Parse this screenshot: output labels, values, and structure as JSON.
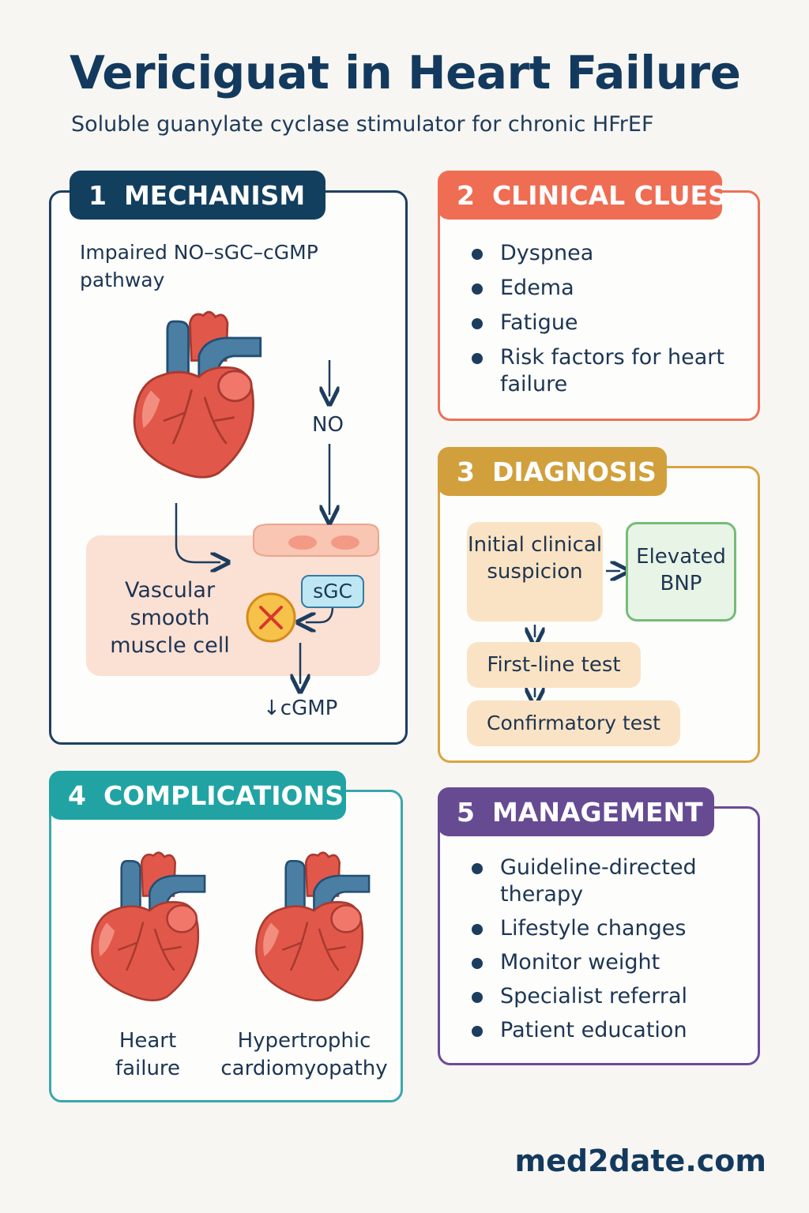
{
  "title": "Vericiguat in Heart Failure",
  "subtitle": "Soluble guanylate cyclase stimulator for chronic HFrEF",
  "colors": {
    "navy": "#123f5e",
    "coral": "#ee6d53",
    "gold": "#d1a03c",
    "teal": "#21a3a4",
    "purple": "#664b93",
    "heart_red": "#e1584a",
    "vessel_blue": "#4a7ea3"
  },
  "mechanism": {
    "number": "1",
    "heading": "MECHANISM",
    "lead": "Impaired NO–sGC–cGMP pathway",
    "cell_label": "Vascular smooth muscle cell",
    "sgc": "sGC",
    "no": "NO",
    "cgmp": "↓cGMP",
    "icons": [
      "heart-icon",
      "blocked-x-icon",
      "arrow-down-icon"
    ]
  },
  "clues": {
    "number": "2",
    "heading": "CLINICAL CLUES",
    "items": [
      "Dyspnea",
      "Edema",
      "Fatigue",
      "Risk factors for heart failure"
    ]
  },
  "diagnosis": {
    "number": "3",
    "heading": "DIAGNOSIS",
    "initial": "Initial clinical suspicion",
    "bnp": "Elevated BNP",
    "first_line": "First-line test",
    "confirmatory": "Confirmatory test"
  },
  "complications": {
    "number": "4",
    "heading": "COMPLICATIONS",
    "items": [
      "Heart failure",
      "Hypertrophic cardiomyopathy"
    ]
  },
  "management": {
    "number": "5",
    "heading": "MANAGEMENT",
    "items": [
      "Guideline-directed therapy",
      "Lifestyle changes",
      "Monitor weight",
      "Specialist referral",
      "Patient education"
    ]
  },
  "footer": "med2date.com"
}
